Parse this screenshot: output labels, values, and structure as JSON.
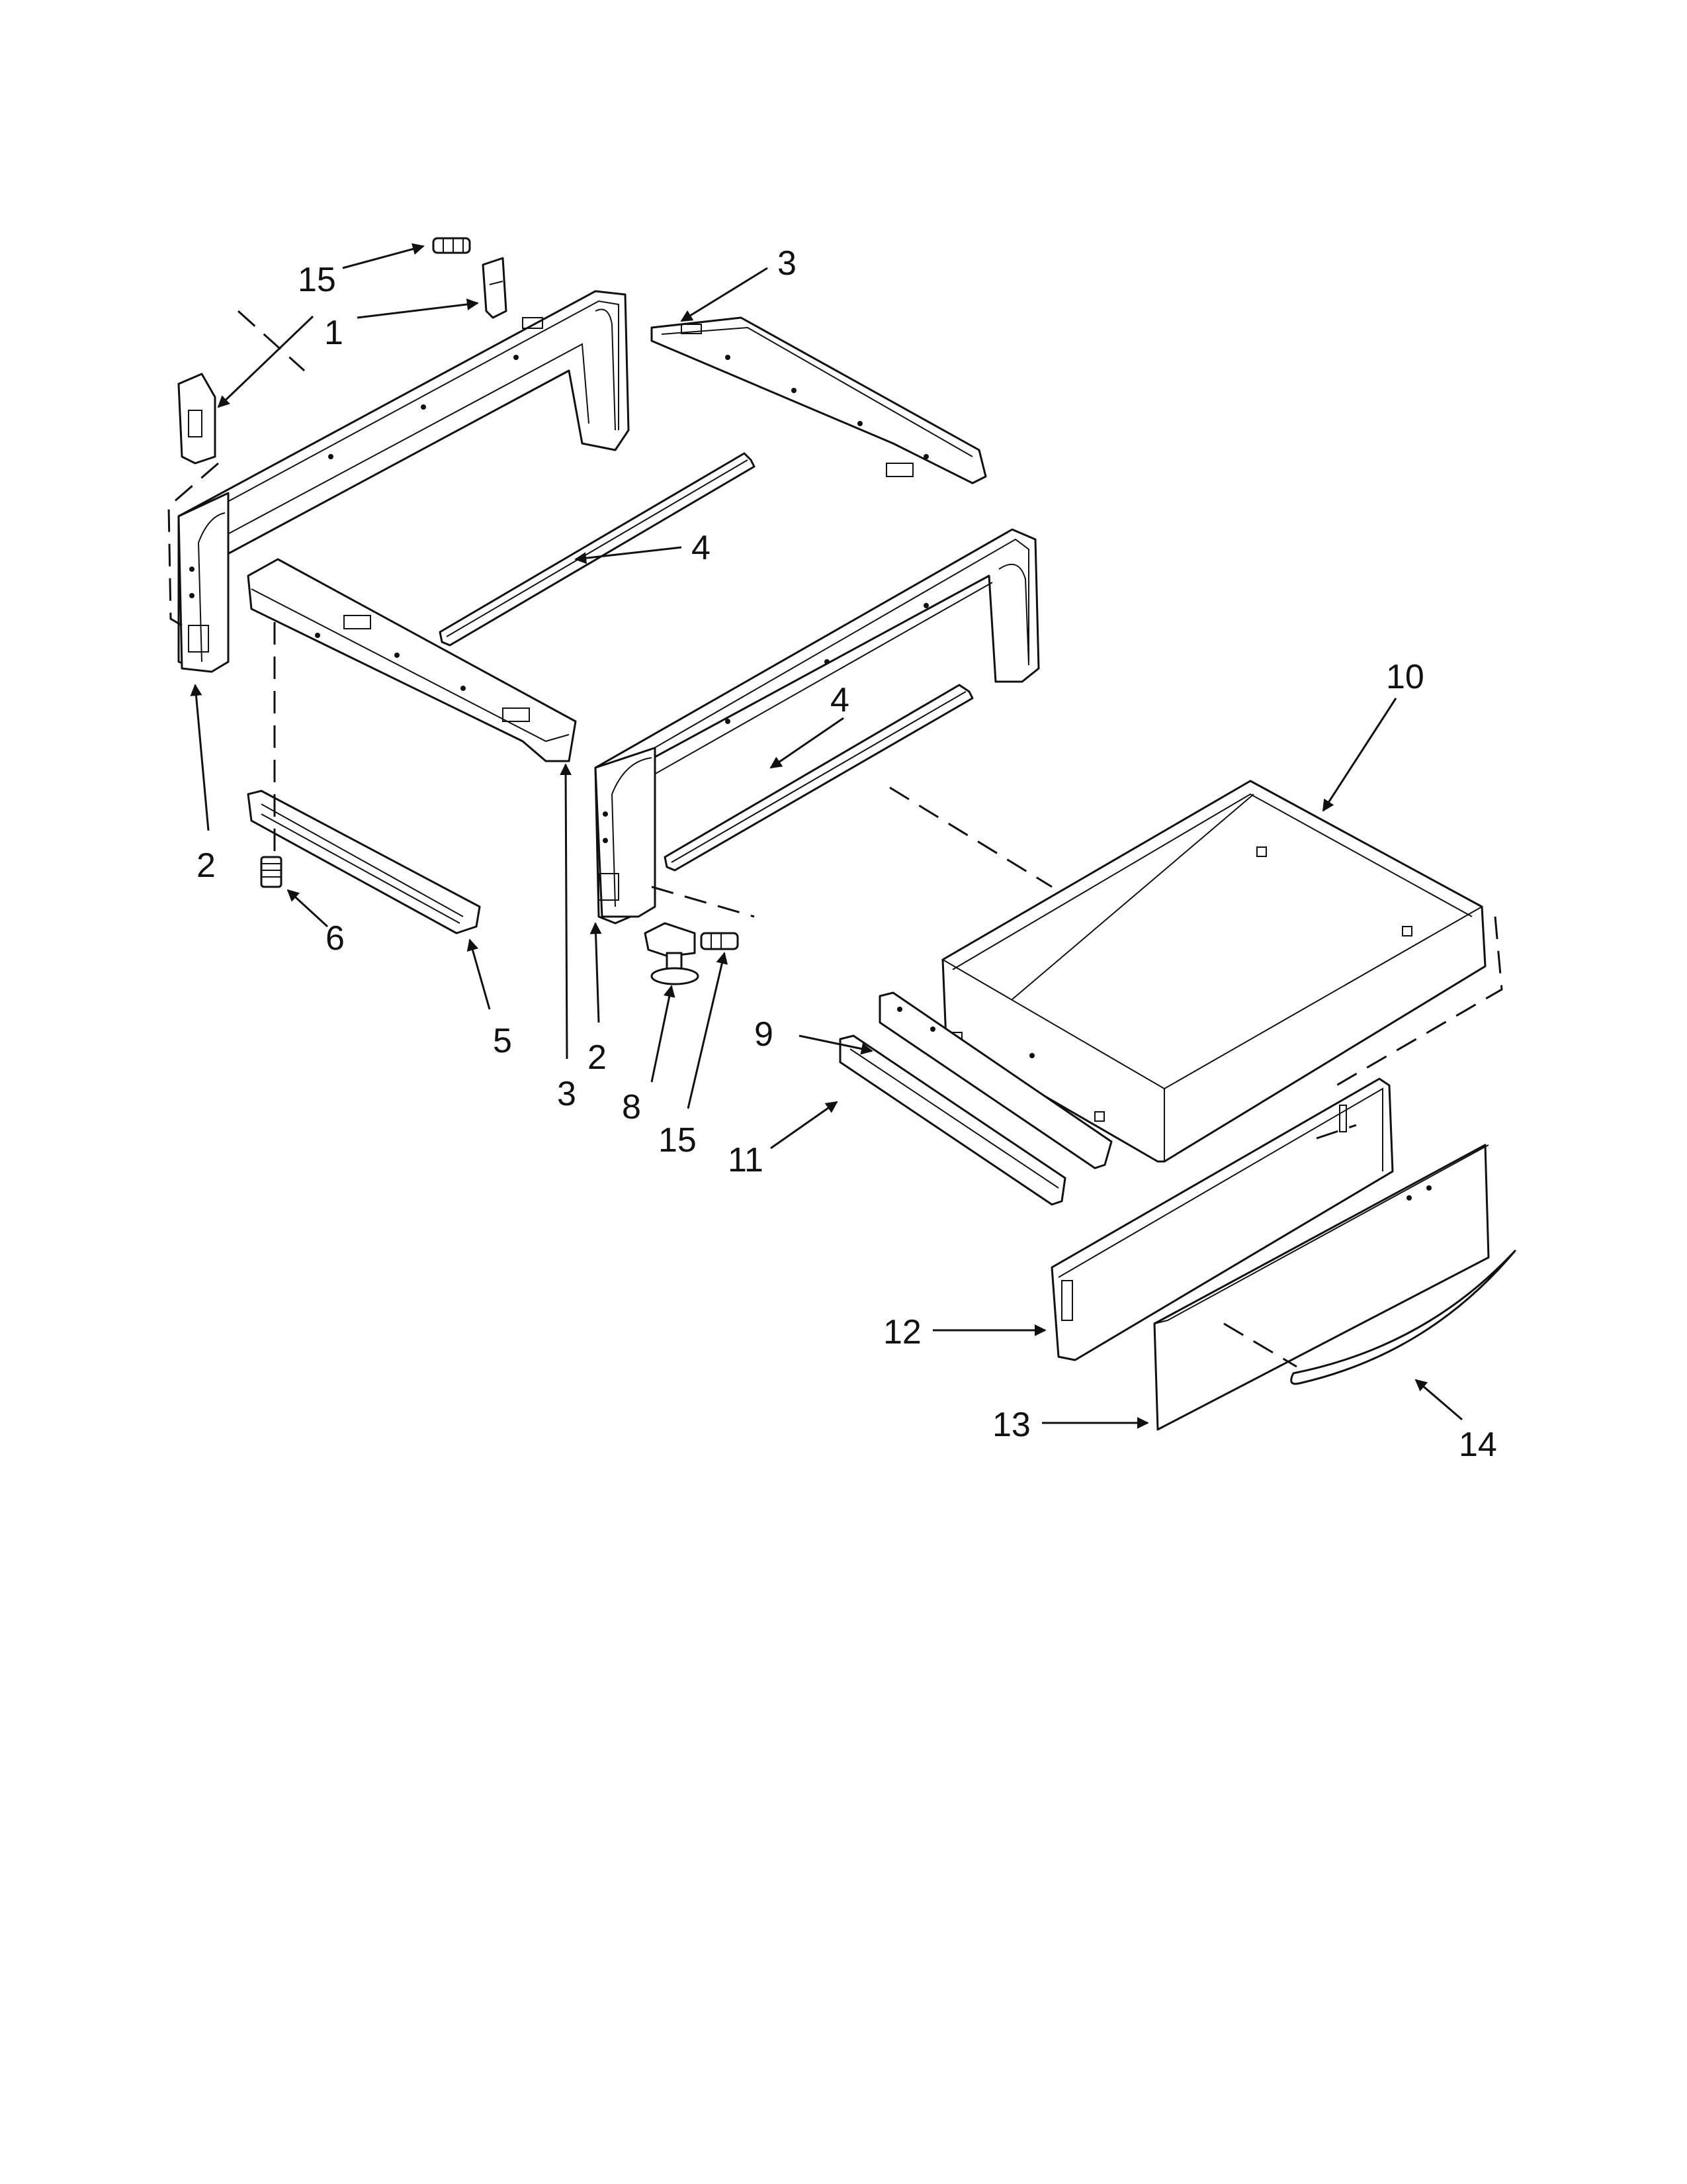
{
  "diagram": {
    "callouts": [
      {
        "id": "c15a",
        "text": "15"
      },
      {
        "id": "c1",
        "text": "1"
      },
      {
        "id": "c3a",
        "text": "3"
      },
      {
        "id": "c4a",
        "text": "4"
      },
      {
        "id": "c2a",
        "text": "2"
      },
      {
        "id": "c4b",
        "text": "4"
      },
      {
        "id": "c10",
        "text": "10"
      },
      {
        "id": "c6",
        "text": "6"
      },
      {
        "id": "c5",
        "text": "5"
      },
      {
        "id": "c3b",
        "text": "3"
      },
      {
        "id": "c2b",
        "text": "2"
      },
      {
        "id": "c8",
        "text": "8"
      },
      {
        "id": "c15b",
        "text": "15"
      },
      {
        "id": "c9",
        "text": "9"
      },
      {
        "id": "c11",
        "text": "11"
      },
      {
        "id": "c12",
        "text": "12"
      },
      {
        "id": "c13",
        "text": "13"
      },
      {
        "id": "c14",
        "text": "14"
      }
    ]
  }
}
